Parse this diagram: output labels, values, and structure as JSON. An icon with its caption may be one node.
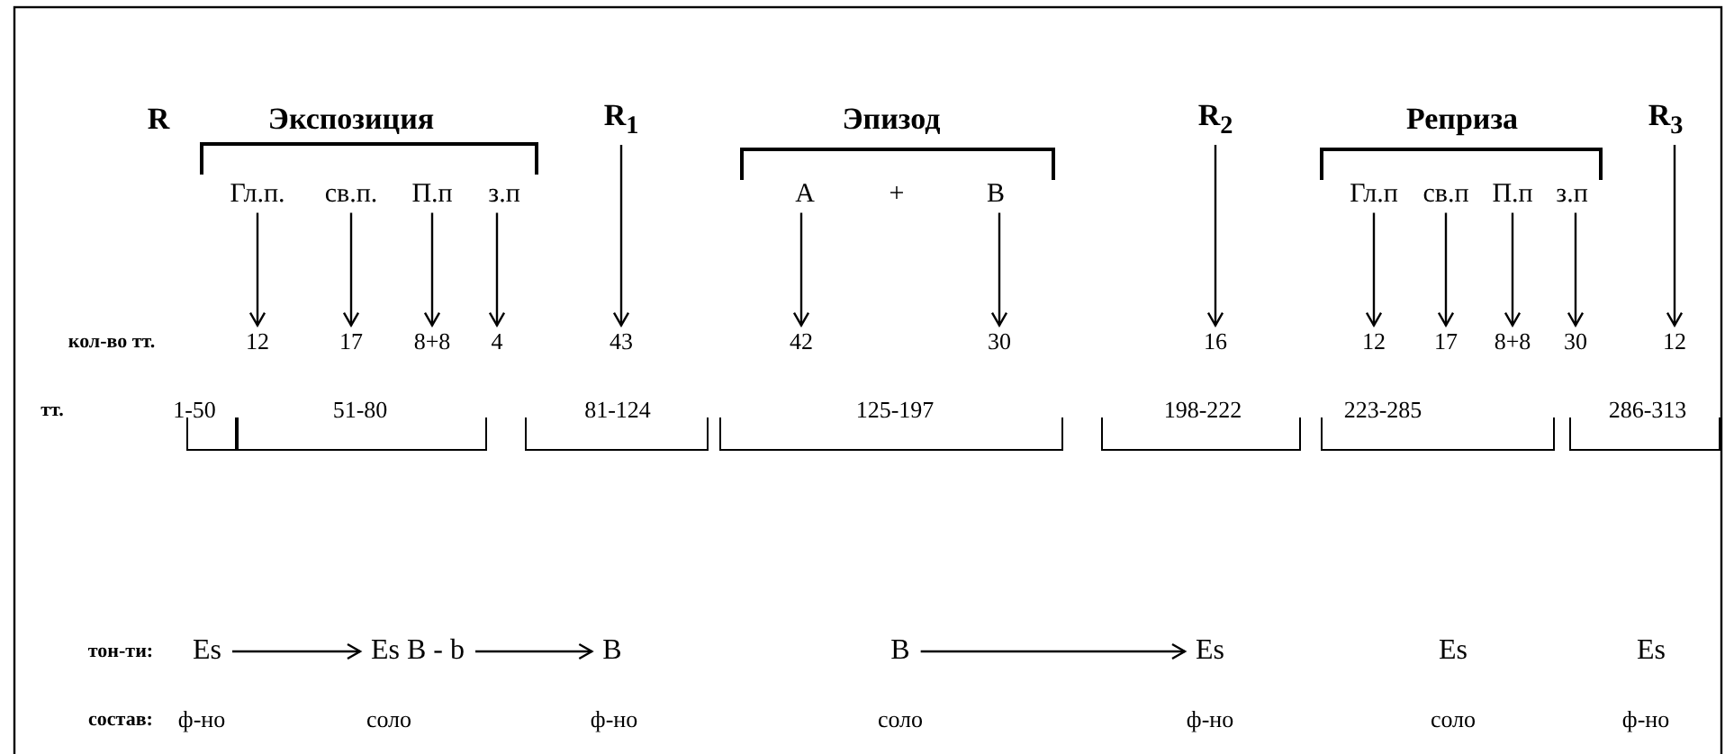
{
  "diagram": {
    "nodes": [
      {
        "text": [
          "R$_{1}$"
        ]
      },
      {
        "text": [
          "R$_{2}$"
        ]
      },
      {
        "text": [
          "R$_{3}$"
        ]
      },
      {
        "text": [
          "Гл.п."
        ]
      },
      {
        "text": [
          "св.п."
        ]
      },
      {
        "text": [
          "П.п"
        ]
      },
      {
        "text": [
          "з.п"
        ]
      },
      {
        "text": [
          "A"
        ]
      },
      {
        "text": [
          "B"
        ]
      },
      {
        "text": [
          "Гл.п"
        ]
      },
      {
        "text": [
          "св.п"
        ]
      },
      {
        "text": [
          "П.п"
        ]
      },
      {
        "text": [
          "з.п"
        ]
      },
      {
        "text": [
          "12"
        ]
      },
      {
        "text": [
          "17"
        ]
      },
      {
        "text": [
          "8+8"
        ]
      },
      {
        "text": [
          "4"
        ]
      },
      {
        "text": [
          "43"
        ]
      },
      {
        "text": [
          "42"
        ]
      },
      {
        "text": [
          "30"
        ]
      },
      {
        "text": [
          "16"
        ]
      },
      {
        "text": [
          "12"
        ]
      },
      {
        "text": [
          "17"
        ]
      },
      {
        "text": [
          "8+8"
        ]
      },
      {
        "text": [
          "30"
        ]
      },
      {
        "text": [
          "12"
        ]
      },
      {
        "text": [
          "Es"
        ]
      },
      {
        "text": [
          "Es B - b"
        ]
      },
      {
        "text": [
          "B"
        ]
      },
      {
        "text": [
          "B"
        ]
      },
      {
        "text": [
          "Es"
        ]
      }
    ],
    "edges": [
      {
        "from": 3,
        "to": 13,
        "arrow": "to"
      },
      {
        "from": 4,
        "to": 14,
        "arrow": "to"
      },
      {
        "from": 5,
        "to": 15,
        "arrow": "to"
      },
      {
        "from": 6,
        "to": 16,
        "arrow": "to"
      },
      {
        "from": 0,
        "to": 17,
        "arrow": "to"
      },
      {
        "from": 7,
        "to": 18,
        "arrow": "to"
      },
      {
        "from": 8,
        "to": 19,
        "arrow": "to"
      },
      {
        "from": 1,
        "to": 20,
        "arrow": "to"
      },
      {
        "from": 9,
        "to": 21,
        "arrow": "to"
      },
      {
        "from": 10,
        "to": 22,
        "arrow": "to"
      },
      {
        "from": 11,
        "to": 23,
        "arrow": "to"
      },
      {
        "from": 12,
        "to": 24,
        "arrow": "to"
      },
      {
        "from": 2,
        "to": 25,
        "arrow": "to"
      },
      {
        "from": 26,
        "to": 27,
        "arrow": "to"
      },
      {
        "from": 27,
        "to": 28,
        "arrow": "to"
      },
      {
        "from": 29,
        "to": 30,
        "arrow": "to"
      }
    ],
    "labels": [
      "R",
      "Экспозиция",
      "Эпизод",
      "Реприза",
      "+",
      "кол-во тт.",
      "тт.",
      "1-50",
      "51-80",
      "81-124",
      "125-197",
      "198-222",
      "223-285",
      "286-313",
      "тон-ти:",
      "Es",
      "Es",
      "состав:",
      "ф-но",
      "соло",
      "ф-но",
      "соло",
      "ф-но",
      "соло",
      "ф-но"
    ]
  }
}
